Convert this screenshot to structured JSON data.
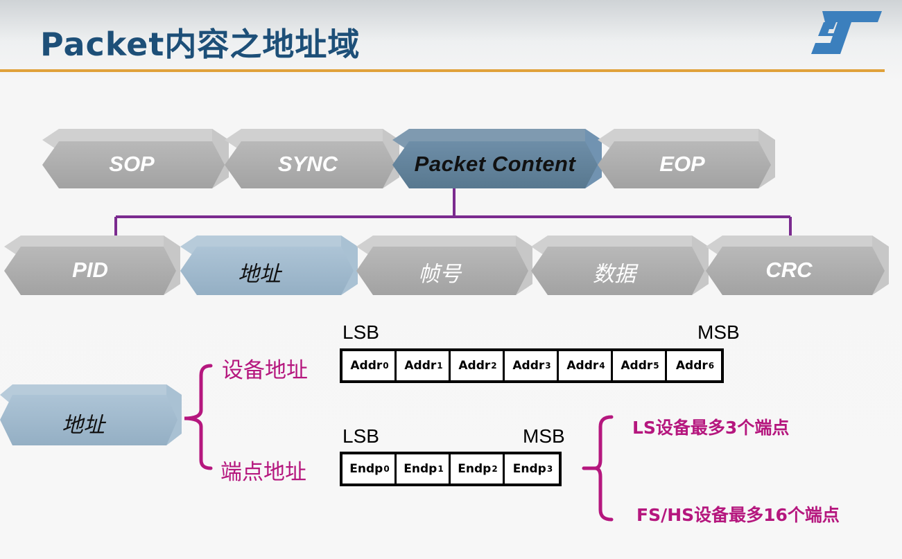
{
  "page": {
    "title": "Packet内容之地址域"
  },
  "logo": {
    "icon": "st-logo",
    "color": "#3b7fbd"
  },
  "packet": {
    "sop": "SOP",
    "sync": "SYNC",
    "content": "Packet Content",
    "eop": "EOP"
  },
  "content_fields": {
    "pid": "PID",
    "addr": "地址",
    "frame": "帧号",
    "data": "数据",
    "crc": "CRC"
  },
  "address": {
    "node_label": "地址",
    "device_label": "设备地址",
    "endpoint_label": "端点地址",
    "device_lsb": "LSB",
    "device_msb": "MSB",
    "endpoint_lsb": "LSB",
    "endpoint_msb": "MSB",
    "device_bits": [
      {
        "base": "Addr",
        "sub": "0"
      },
      {
        "base": "Addr",
        "sub": "1"
      },
      {
        "base": "Addr",
        "sub": "2"
      },
      {
        "base": "Addr",
        "sub": "3"
      },
      {
        "base": "Addr",
        "sub": "4"
      },
      {
        "base": "Addr",
        "sub": "5"
      },
      {
        "base": "Addr",
        "sub": "6"
      }
    ],
    "endpoint_bits": [
      {
        "base": "Endp",
        "sub": "0"
      },
      {
        "base": "Endp",
        "sub": "1"
      },
      {
        "base": "Endp",
        "sub": "2"
      },
      {
        "base": "Endp",
        "sub": "3"
      }
    ]
  },
  "notes": {
    "ls": "LS设备最多3个端点",
    "fshs": "FS/HS设备最多16个端点"
  },
  "colors": {
    "title": "#1d4f78",
    "rule": "#e0a13a",
    "gray_box": "#a7a7a7",
    "highlight_box": "#5f7f9a",
    "light_blue_box": "#9db7cb",
    "connector": "#7b2b8f",
    "magenta": "#b5177e"
  }
}
